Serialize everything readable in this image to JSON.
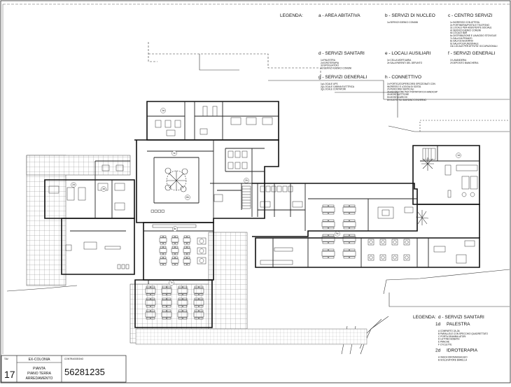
{
  "legend_top": {
    "title": "LEGENDA:",
    "groups": [
      {
        "head": "a - AREA ABITATIVA",
        "items": []
      },
      {
        "head": "b - SERVIZI DI NUCLEO",
        "items": [
          "1a   SERVIZI IGIENICI COMUNI"
        ]
      },
      {
        "head": "c - CENTRO SERVIZI",
        "items": [
          "1c   INGRESSO CON ATTESA",
          "2c   PORTINERIA/POSTA E TELEFONO",
          "3c   LOCALE PER ASSISTENTE SOCIALE",
          "4c   SERVIZI IGIENICI COMUNI",
          "5c   LOCALE BAR",
          "6c   DISTRIBUZIONE E LAVAGGIO STOVIGLIE",
          "7c   SALA DA PRANZO",
          "8c   SALA SOGGIORNO",
          "9c   SALA POLIFUNZIONALE",
          "10c  LOCALE PER ATTIVITA' OCCUPAZIONALI"
        ]
      },
      {
        "head": "d - SERVIZI SANITARI",
        "items": [
          "1d   PALESTRA",
          "2d   IDROTERAPIA",
          "3d   SPOGLIATOIO",
          "4d   SERVIZI IGIENICI COMUNI"
        ]
      },
      {
        "head": "e - LOCALI AUSILIARI",
        "items": [
          "1e   CELLA MORTUARIA",
          "2e   SALA PARENTI DEL DEFUNTO"
        ]
      },
      {
        "head": "f - SERVIZI GENERALI",
        "items": [
          "1f   LAVANDERIA",
          "2f   DEPOSITO BIANCHERIA"
        ]
      },
      {
        "head": "g - SERVIZI GENERALI",
        "items": [
          "1g   LOCALE UPS",
          "2g   LOCALE CABINA ELETTRICA",
          "3g   LOCALE CONTATORI"
        ]
      },
      {
        "head": "h - CONNETTIVO",
        "items": [
          "1h   PORTICATO/PERCORSI SPEZZONATI CON",
          "     INGRESSO E LOGGIA DI SOSTA",
          "2h   PERCORSI VERTICALI",
          "3h   ASCENSORE PER PORTATORI DI HANDICAP",
          "4h   MONTALETTIGHE",
          "5h   MONTACARICHI",
          "6h   VUOTO SU GIARDINO D'INVERNO"
        ]
      }
    ]
  },
  "legend_bottom": {
    "title": "LEGENDA:",
    "head": "d - SERVIZI SANITARI",
    "sections": [
      {
        "code": "1d",
        "name": "PALESTRA",
        "items": [
          "A   COMPARTO 2A-3A",
          "B   PARALLELE CON SPECCHIO QUADRETTATO",
          "C   PORTA DEAMBULATORI",
          "D   LETTINO BOBATH",
          "E   PANCHE",
          "F   CYCLETTE"
        ]
      },
      {
        "code": "2d",
        "name": "IDROTERAPIA",
        "items": [
          "A   VASCA IDROMASSAGGIO",
          "B   SOLLEVATORE BARELLA"
        ]
      }
    ]
  },
  "title_block": {
    "tav_label": "TAV.",
    "tav_number": "17",
    "project": "EX-COLONIA",
    "line1": "PIANTA",
    "line2": "PIANO TERRA",
    "line3": "ARREDAMENTO",
    "code_label": "CONTRASSEGNO",
    "code": "56281235"
  },
  "plan_labels": {
    "room_a": "1a",
    "room_b": "1c",
    "room_c": "8c",
    "room_d": "7c",
    "room_e": "9c",
    "room_f": "1d",
    "room_g": "2d",
    "room_h": "3d",
    "room_i": "2h",
    "room_j": "6h"
  }
}
